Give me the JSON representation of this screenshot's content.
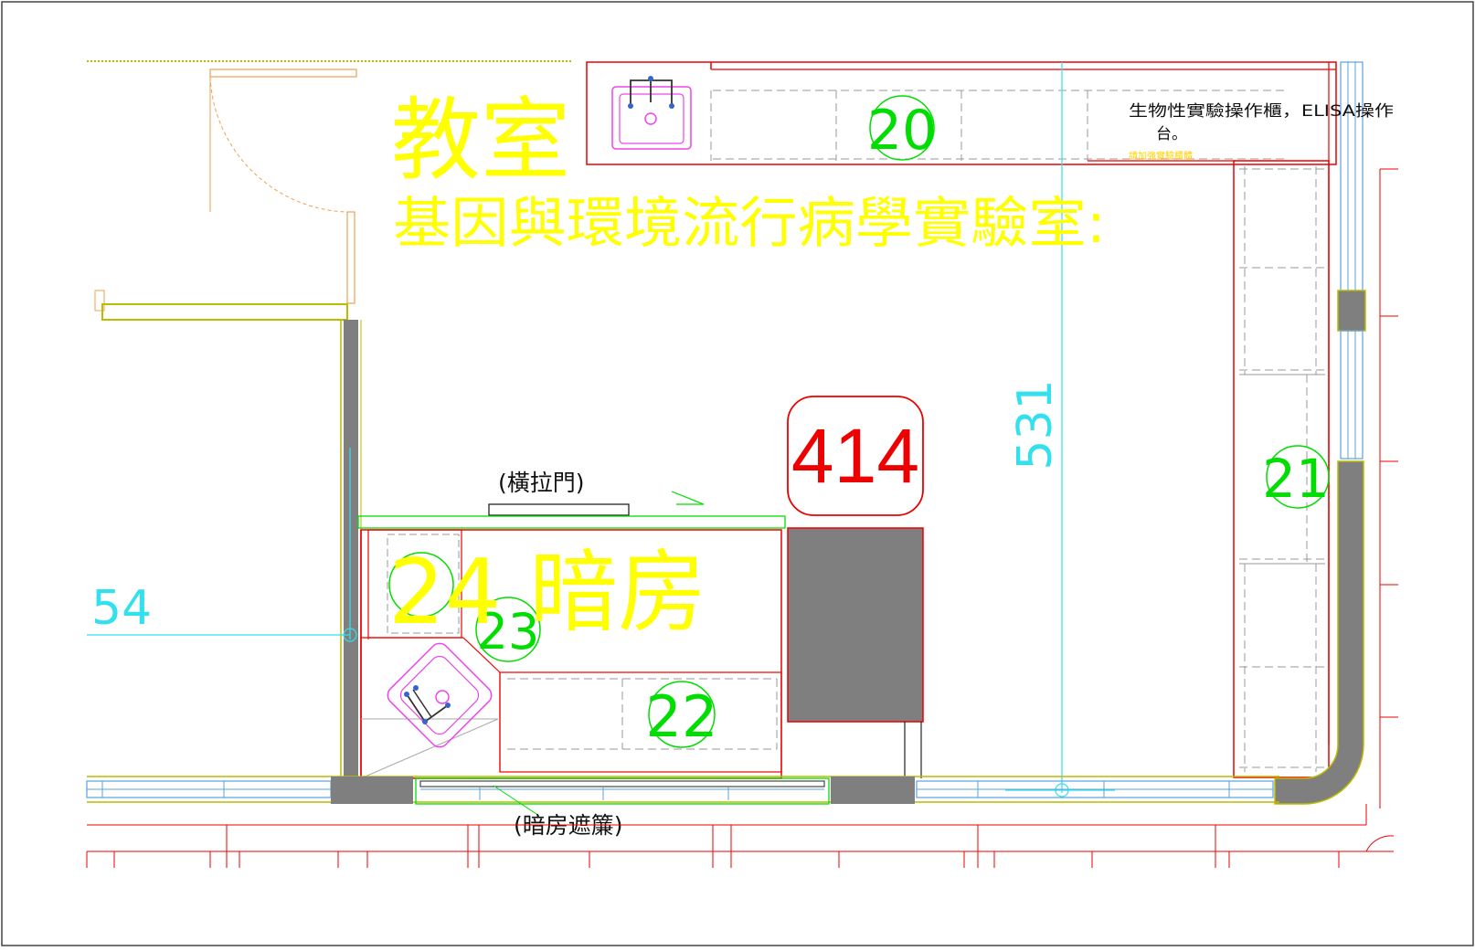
{
  "drawing": {
    "classroom_label": "教室",
    "lab_name": "基因與環境流行病學實驗室:",
    "room_number": "414",
    "darkroom_label": "24 暗房",
    "sliding_door_label": "(橫拉門)",
    "darkroom_curtain_label": "(暗房遮簾)",
    "dimension_vertical": "531",
    "dimension_horizontal": "54",
    "cabinet_note_line1": "生物性實驗操作櫃，ELISA操作",
    "cabinet_note_line2": "台。",
    "cabinet_note_small": "請加強實驗櫃體",
    "item_numbers": {
      "n20": "20",
      "n21": "21",
      "n22": "22",
      "n23": "23"
    }
  },
  "colors": {
    "wall": "#7f7f7f",
    "outline_red": "#ee0000",
    "label_yellow": "#ffff00",
    "number_green": "#00dd00",
    "dimension_cyan": "#33e0ee",
    "sink_magenta": "#ee44ee",
    "door_orange": "#f0a050",
    "window_blue": "#5aa0e0"
  }
}
